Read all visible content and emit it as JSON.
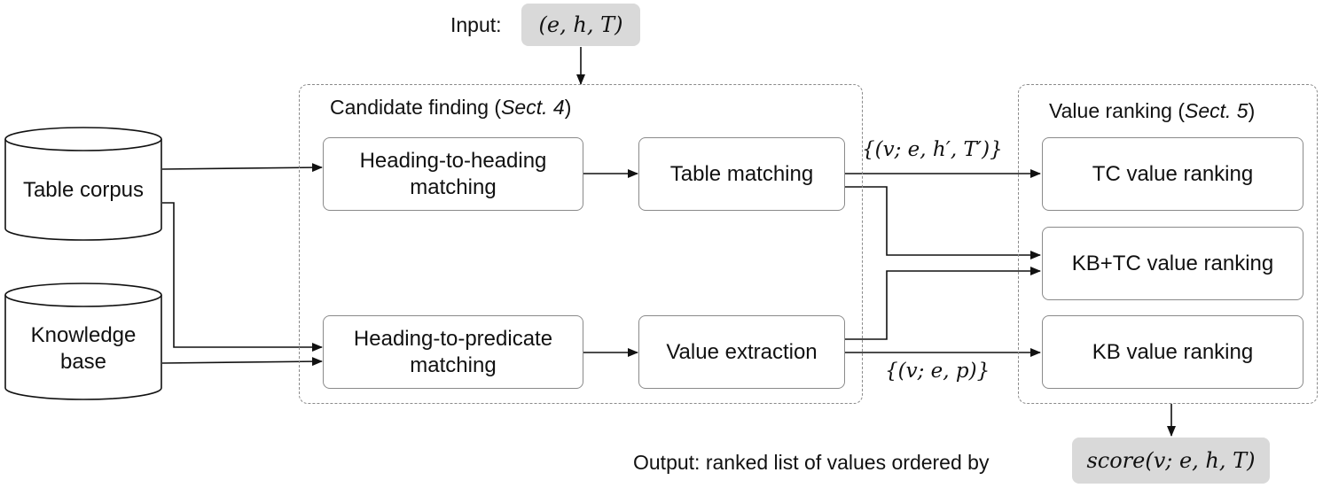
{
  "input": {
    "label": "Input:",
    "expr": "(e, h, T)"
  },
  "output": {
    "label": "Output: ranked list of values ordered by",
    "expr": "score(v; e, h, T)"
  },
  "sources": {
    "table_corpus": "Table corpus",
    "knowledge_base_line1": "Knowledge",
    "knowledge_base_line2": "base"
  },
  "candidate_group": {
    "title_prefix": "Candidate finding (",
    "title_ref": "Sect. 4",
    "title_suffix": ")",
    "h2h_line1": "Heading-to-heading",
    "h2h_line2": "matching",
    "table_matching": "Table matching",
    "h2p_line1": "Heading-to-predicate",
    "h2p_line2": "matching",
    "value_extraction": "Value extraction"
  },
  "ranking_group": {
    "title_prefix": "Value ranking (",
    "title_ref": "Sect. 5",
    "title_suffix": ")",
    "tc": "TC value ranking",
    "kbtc": "KB+TC value ranking",
    "kb": "KB value ranking"
  },
  "edge_labels": {
    "tc_set": "{(v; e, h′, T′)}",
    "kb_set": "{(v; e, p)}"
  }
}
